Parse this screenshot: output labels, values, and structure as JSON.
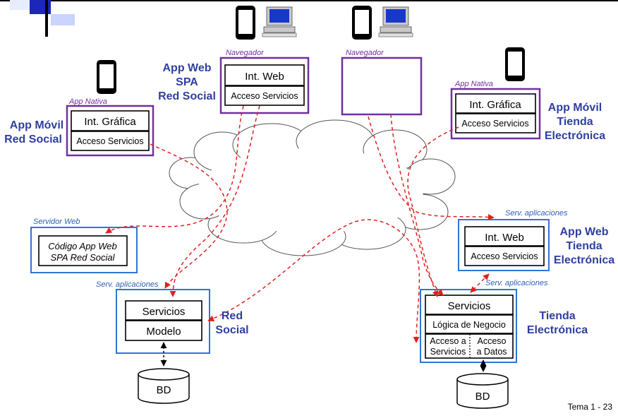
{
  "labels": {
    "app_movil_red_social": [
      "App Móvil",
      "Red Social"
    ],
    "app_web_spa_red_social": [
      "App Web",
      "SPA",
      "Red Social"
    ],
    "app_movil_tienda": [
      "App Móvil",
      "Tienda",
      "Electrónica"
    ],
    "app_web_tienda": [
      "App Web",
      "Tienda",
      "Electrónica"
    ],
    "red_social": [
      "Red",
      "Social"
    ],
    "tienda_electronica": [
      "Tienda",
      "Electrónica"
    ]
  },
  "containers": {
    "app_nativa_1": "App Nativa",
    "navegador_1": "Navegador",
    "navegador_2": "Navegador",
    "app_nativa_2": "App Nativa",
    "servidor_web": "Servidor Web",
    "serv_apps_tienda_web": "Serv. aplicaciones",
    "serv_apps_red_social": "Serv. aplicaciones",
    "serv_apps_tienda": "Serv. aplicaciones"
  },
  "boxes": {
    "int_grafica": "Int. Gráfica",
    "acceso_servicios": "Acceso Servicios",
    "int_web": "Int. Web",
    "codigo_app_web": [
      "Código App Web",
      "SPA Red Social"
    ],
    "servicios": "Servicios",
    "modelo": "Modelo",
    "logica_negocio": "Lógica de Negocio",
    "acceso_a_servicios": [
      "Acceso a",
      "Servicios"
    ],
    "acceso_a_datos": [
      "Acceso",
      "a Datos"
    ],
    "bd": "BD"
  },
  "footer": {
    "page": "Tema 1 - 23"
  },
  "colors": {
    "purple": "#7030a0",
    "blue": "#2e75d6",
    "label": "#2f3fa0",
    "link": "#e02020"
  }
}
